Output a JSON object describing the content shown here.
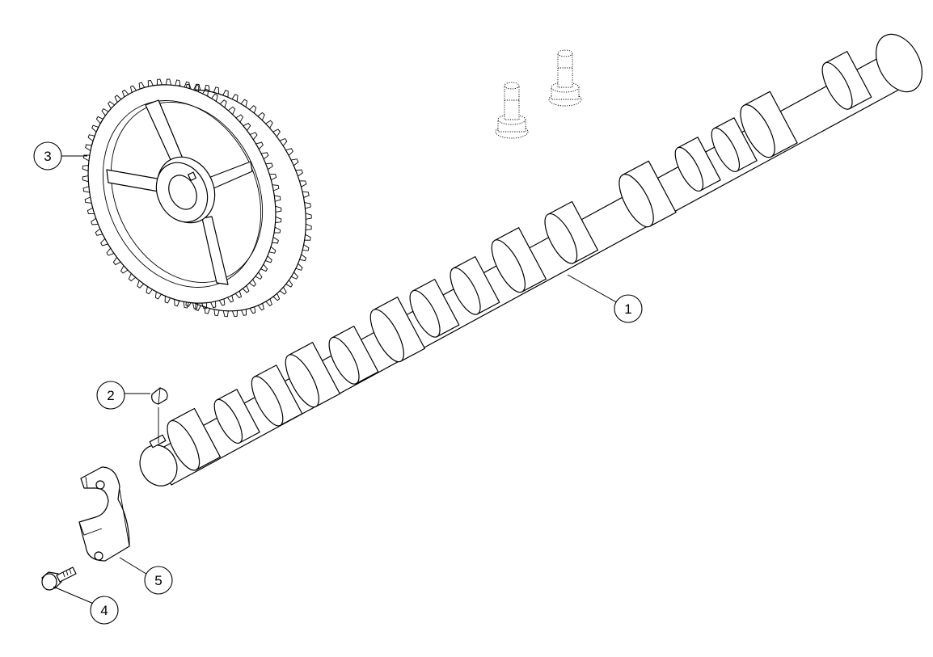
{
  "callouts": [
    {
      "id": "1",
      "label": "1",
      "part": "camshaft"
    },
    {
      "id": "2",
      "label": "2",
      "part": "woodruff-key"
    },
    {
      "id": "3",
      "label": "3",
      "part": "timing-gear"
    },
    {
      "id": "4",
      "label": "4",
      "part": "bolt"
    },
    {
      "id": "5",
      "label": "5",
      "part": "thrust-plate"
    }
  ],
  "colors": {
    "line": "#000000",
    "background": "#ffffff"
  }
}
